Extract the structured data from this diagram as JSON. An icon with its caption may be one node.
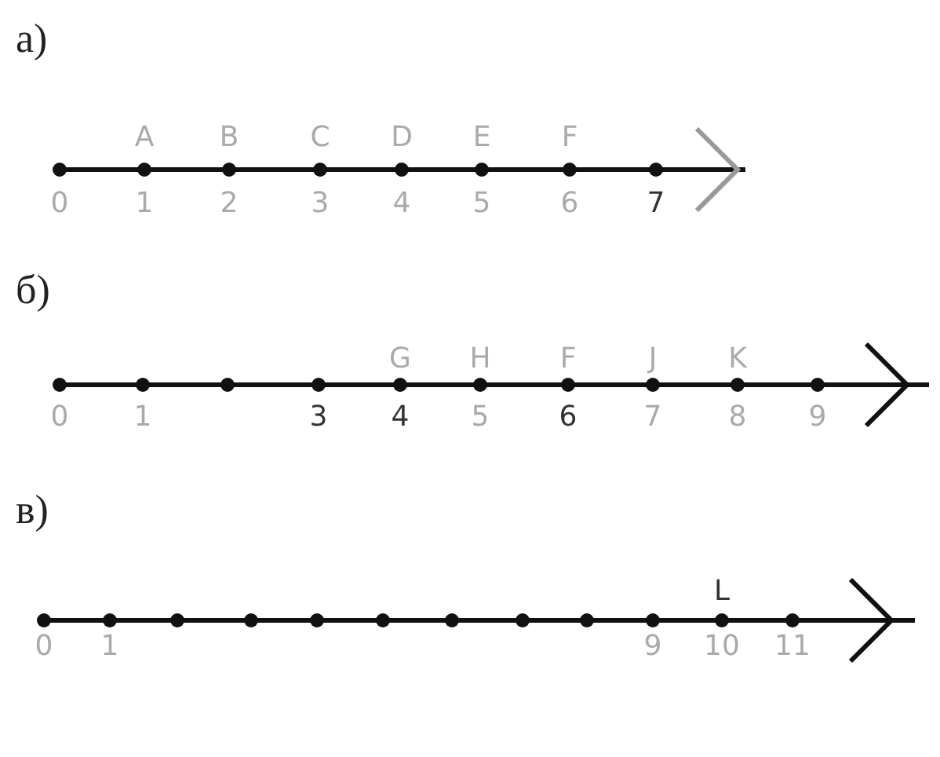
{
  "diagram": {
    "labels": [
      "а)",
      "A",
      "B",
      "C",
      "D",
      "E",
      "F",
      "0",
      "1",
      "2",
      "3",
      "4",
      "5",
      "6",
      "7",
      "б)",
      "G",
      "H",
      "F",
      "J",
      "K",
      "0",
      "1",
      "3",
      "4",
      "5",
      "6",
      "7",
      "8",
      "9",
      "в)",
      "L",
      "0",
      "1",
      "9",
      "10",
      "11"
    ]
  }
}
